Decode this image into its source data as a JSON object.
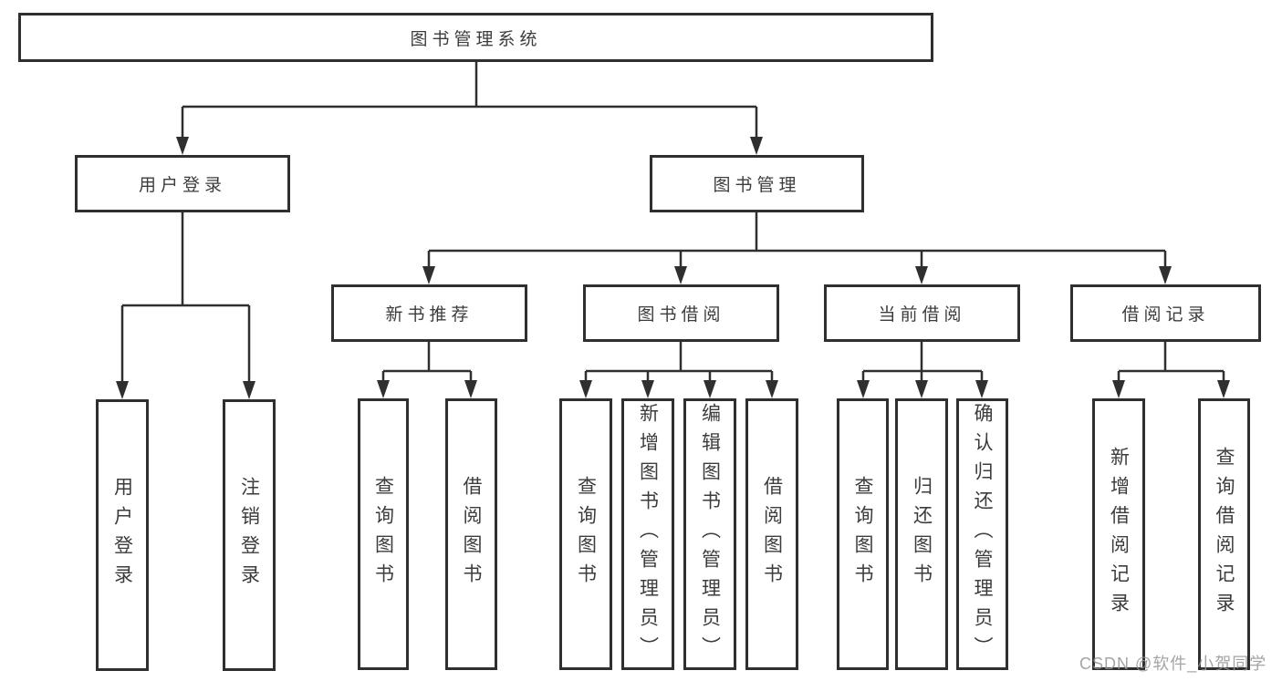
{
  "diagram": {
    "root": {
      "label": "图书管理系统"
    },
    "branches": [
      {
        "label": "用户登录",
        "children": [
          {
            "label": "用户登录"
          },
          {
            "label": "注销登录"
          }
        ]
      },
      {
        "label": "图书管理",
        "children": [
          {
            "label": "新书推荐",
            "children": [
              {
                "label": "查询图书"
              },
              {
                "label": "借阅图书"
              }
            ]
          },
          {
            "label": "图书借阅",
            "children": [
              {
                "label": "查询图书"
              },
              {
                "label": "新增图书（管理员）"
              },
              {
                "label": "编辑图书（管理员）"
              },
              {
                "label": "借阅图书"
              }
            ]
          },
          {
            "label": "当前借阅",
            "children": [
              {
                "label": "查询图书"
              },
              {
                "label": "归还图书"
              },
              {
                "label": "确认归还（管理员）"
              }
            ]
          },
          {
            "label": "借阅记录",
            "children": [
              {
                "label": "新增借阅记录"
              },
              {
                "label": "查询借阅记录"
              }
            ]
          }
        ]
      }
    ]
  },
  "watermark": {
    "text": "CSDN @软件_小贺同学"
  },
  "colors": {
    "line": "#2f2f2f",
    "text": "#3c3c3c",
    "watermark": "#949494",
    "background": "#ffffff"
  }
}
